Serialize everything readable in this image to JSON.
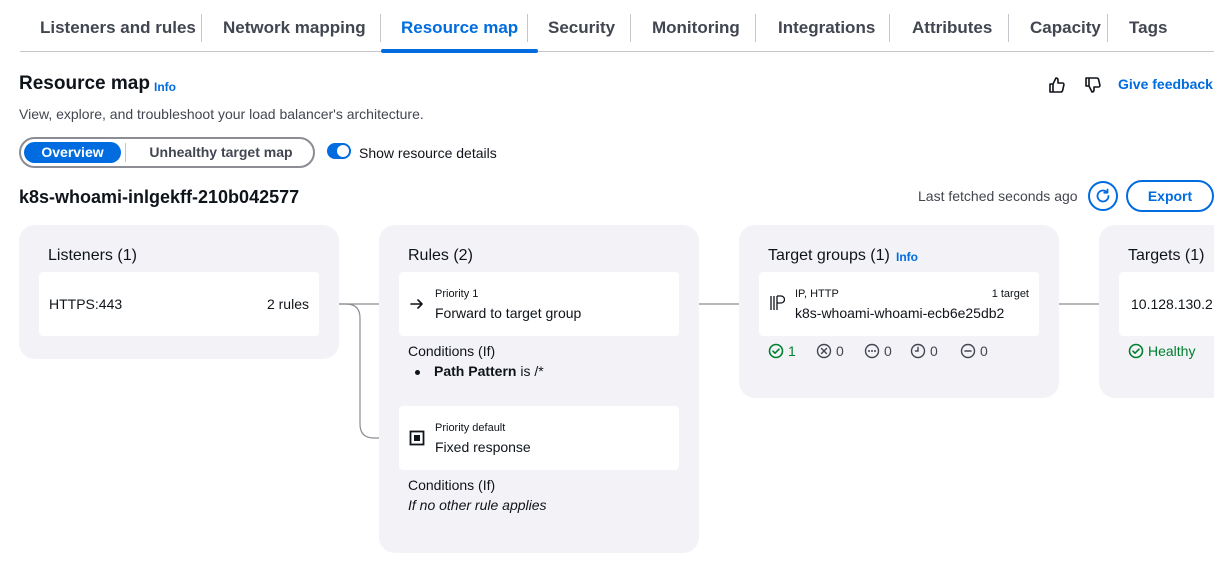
{
  "tabs": [
    {
      "label": "Listeners and rules"
    },
    {
      "label": "Network mapping"
    },
    {
      "label": "Resource map"
    },
    {
      "label": "Security"
    },
    {
      "label": "Monitoring"
    },
    {
      "label": "Integrations"
    },
    {
      "label": "Attributes"
    },
    {
      "label": "Capacity"
    },
    {
      "label": "Tags"
    }
  ],
  "header": {
    "title": "Resource map",
    "info": "Info",
    "description": "View, explore, and troubleshoot your load balancer's architecture.",
    "feedback": "Give feedback"
  },
  "view_toggle": {
    "overview": "Overview",
    "unhealthy": "Unhealthy target map"
  },
  "resource_details_toggle": {
    "label": "Show resource details",
    "enabled": true
  },
  "load_balancer": {
    "name": "k8s-whoami-inlgekff-210b042577",
    "last_fetched": "Last fetched seconds ago",
    "export": "Export"
  },
  "listeners": {
    "title": "Listeners (1)",
    "items": [
      {
        "protocol": "HTTPS:443",
        "rules": "2 rules"
      }
    ]
  },
  "rules": {
    "title": "Rules (2)",
    "items": [
      {
        "priority": "Priority 1",
        "action": "Forward to target group",
        "conditions_label": "Conditions (If)",
        "condition_key": "Path Pattern",
        "condition_op": "is /*"
      },
      {
        "priority": "Priority default",
        "action": "Fixed response",
        "conditions_label": "Conditions (If)",
        "condition_text": "If no other rule applies"
      }
    ]
  },
  "target_groups": {
    "title": "Target groups (1)",
    "info": "Info",
    "items": [
      {
        "type": "IP, HTTP",
        "count": "1 target",
        "name": "k8s-whoami-whoami-ecb6e25db2",
        "status": {
          "healthy": "1",
          "unhealthy": "0",
          "unused": "0",
          "initial": "0",
          "draining": "0"
        }
      }
    ]
  },
  "targets": {
    "title": "Targets (1)",
    "items": [
      {
        "address": "10.128.130.2",
        "health": "Healthy"
      }
    ]
  },
  "icons": {
    "thumbs_up": "thumbs-up-icon",
    "thumbs_down": "thumbs-down-icon",
    "refresh": "refresh-icon",
    "forward": "arrow-right-icon",
    "fixed": "fixed-response-icon",
    "ip": "ip-icon"
  },
  "colors": {
    "accent": "#006ce0",
    "healthy": "#00802f",
    "panel": "#f3f3f7"
  }
}
